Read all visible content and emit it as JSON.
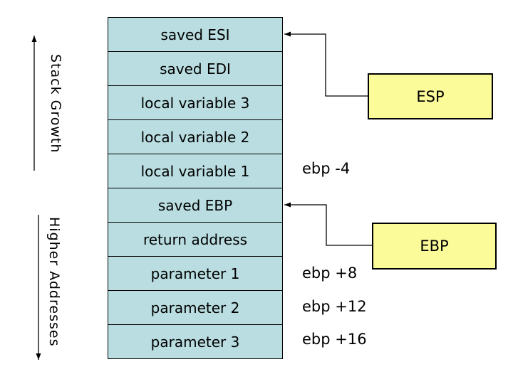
{
  "colors": {
    "background": "#ffffff",
    "stack_fill": "#b9dde0",
    "register_fill": "#fbfb99",
    "line": "#000000",
    "text": "#000000"
  },
  "stack": {
    "rows": [
      "saved ESI",
      "saved EDI",
      "local variable 3",
      "local variable 2",
      "local variable 1",
      "saved EBP",
      "return address",
      "parameter 1",
      "parameter 2",
      "parameter 3"
    ]
  },
  "registers": {
    "esp": {
      "label": "ESP",
      "points_to_row": "saved ESI"
    },
    "ebp": {
      "label": "EBP",
      "points_to_row": "saved EBP"
    }
  },
  "offset_labels": [
    {
      "text": "ebp -4",
      "aligned_row": "local variable 1"
    },
    {
      "text": "ebp +8",
      "aligned_row": "parameter 1"
    },
    {
      "text": "ebp +12",
      "aligned_row": "parameter 2"
    },
    {
      "text": "ebp +16",
      "aligned_row": "parameter 3"
    }
  ],
  "side_labels": {
    "stack_growth": "Stack Growth",
    "higher_addresses": "Higher Addresses"
  }
}
